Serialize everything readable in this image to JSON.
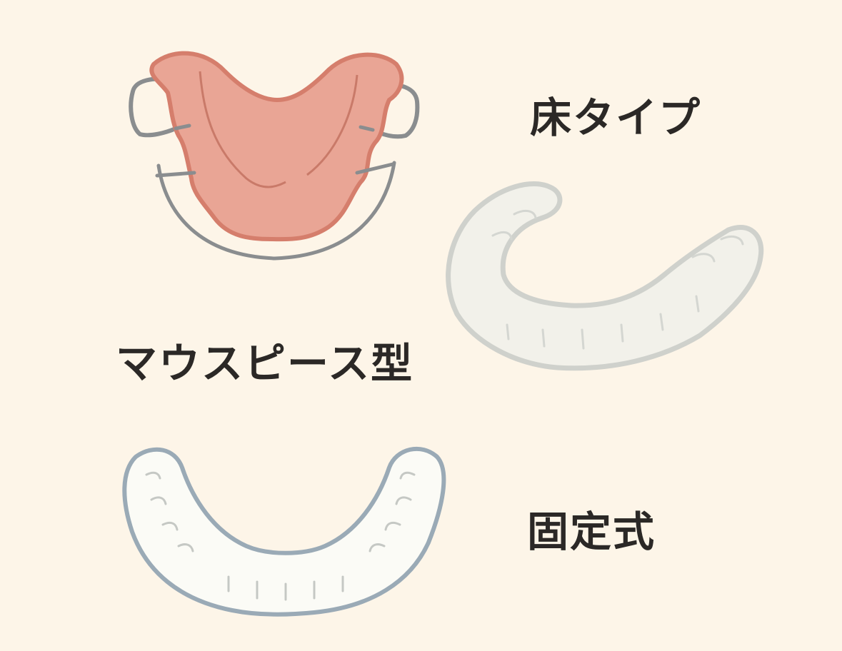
{
  "labels": {
    "plate_type": "床タイプ",
    "mouthpiece_type": "マウスピース型",
    "fixed_type": "固定式"
  },
  "colors": {
    "background": "#fdf5e8",
    "plate": "#e9a595",
    "plate_outline": "#d57e6c",
    "wire": "#8a8d8f",
    "aligner": "#f1f1ea",
    "aligner_outline": "#cfd1cc",
    "retainer": "#fbfbf6",
    "retainer_outline": "#9aaab6",
    "text": "#2b2826"
  }
}
